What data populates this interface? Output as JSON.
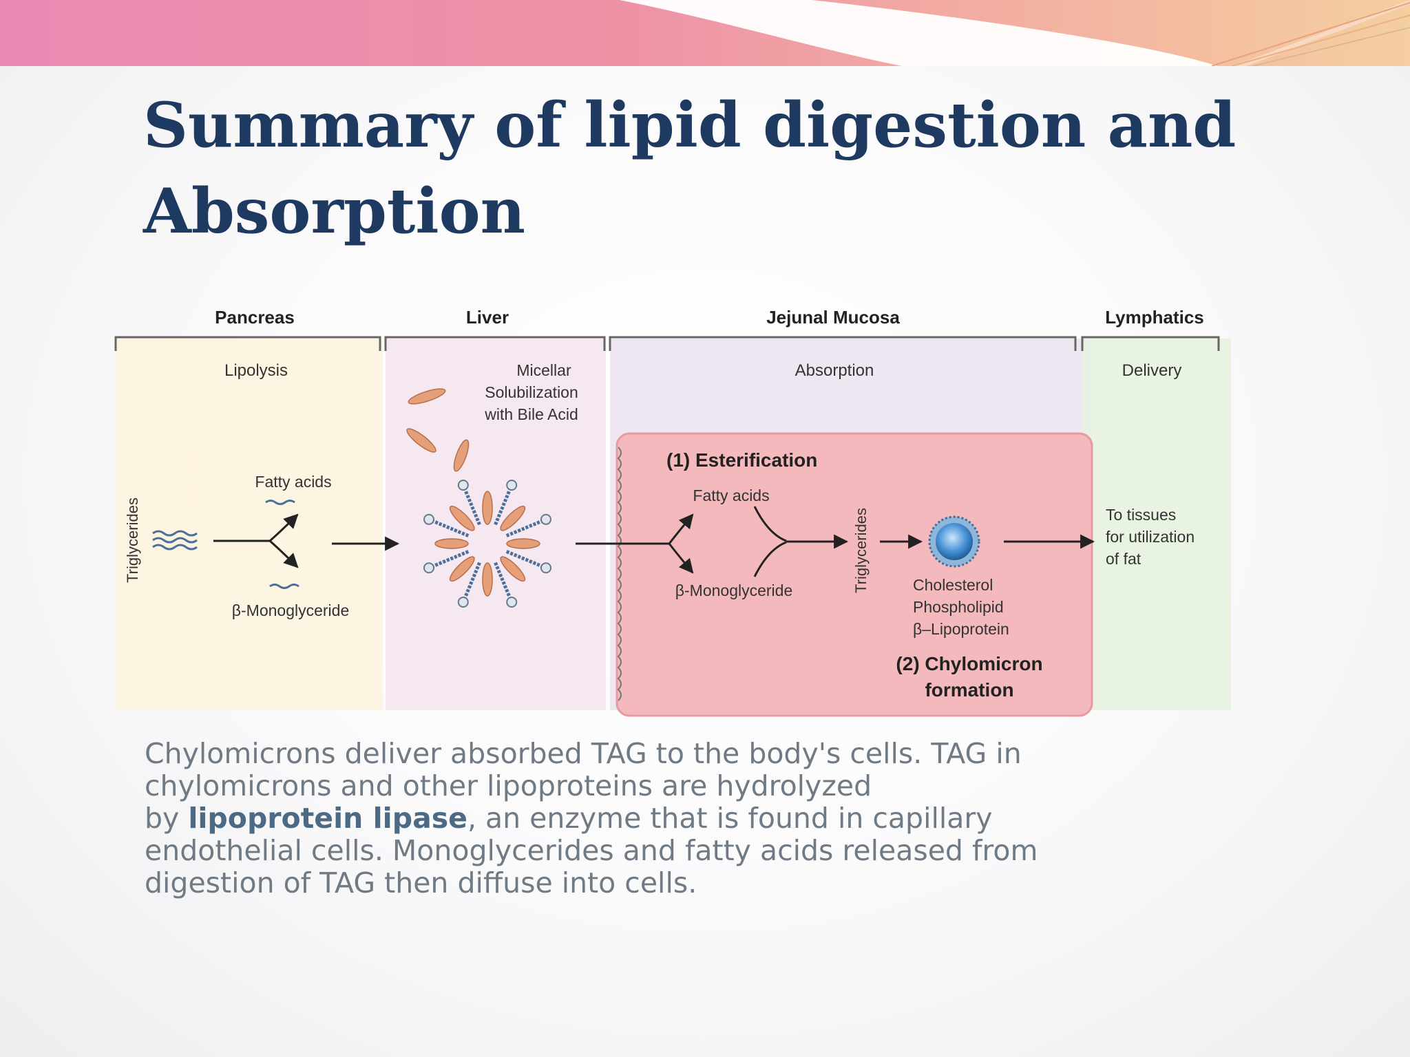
{
  "slide": {
    "title_line1": "Summary of lipid digestion and",
    "title_line2": "Absorption"
  },
  "diagram": {
    "columns": {
      "pancreas": {
        "heading": "Pancreas",
        "process": "Lipolysis"
      },
      "liver": {
        "heading": "Liver",
        "process_lines": [
          "Micellar",
          "Solubilization",
          "with Bile Acid"
        ]
      },
      "jejunal": {
        "heading": "Jejunal Mucosa",
        "process": "Absorption"
      },
      "lymphatics": {
        "heading": "Lymphatics",
        "process": "Delivery"
      }
    },
    "pancreas_labels": {
      "triglycerides": "Triglycerides",
      "fatty_acids": "Fatty acids",
      "monoglyceride": "β-Monoglyceride"
    },
    "mucosa_labels": {
      "esterification": "(1) Esterification",
      "fatty_acids": "Fatty acids",
      "monoglyceride": "β-Monoglyceride",
      "triglycerides": "Triglycerides",
      "components": [
        "Cholesterol",
        "Phospholipid",
        "β–Lipoprotein"
      ],
      "chylomicron_lines": [
        "(2) Chylomicron",
        "formation"
      ]
    },
    "lymph_labels": [
      "To tissues",
      "for utilization",
      "of fat"
    ],
    "colors": {
      "pancreas_bg": "#fbf3dc",
      "liver_bg": "#f5e6ee",
      "jejunal_bg": "#ece4f0",
      "lymph_bg": "#e5f2df",
      "cell_box": "#f3b9bd",
      "title": "#1f3a60"
    }
  },
  "body": {
    "line1": "Chylomicrons deliver absorbed TAG to the body's cells. TAG in",
    "line2": "chylomicrons and other lipoproteins are hydrolyzed",
    "line3_pre": "by ",
    "line3_bold": "lipoprotein lipase",
    "line3_post": ", an enzyme that is found in capillary",
    "line4": "endothelial cells. Monoglycerides and fatty acids released from",
    "line5": "digestion of TAG then diffuse into cells."
  }
}
